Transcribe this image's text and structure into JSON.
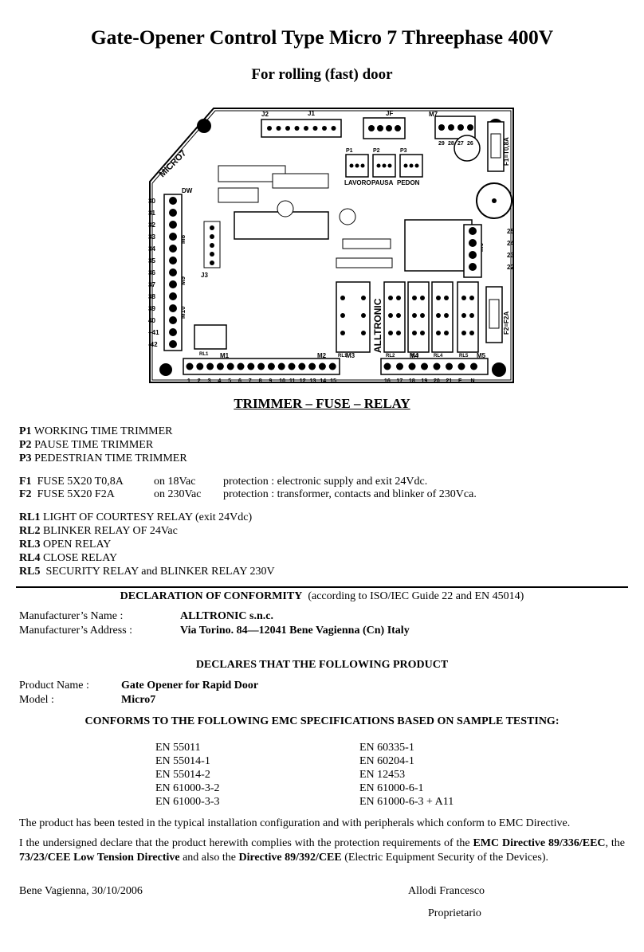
{
  "header": {
    "title": "Gate-Opener Control Type Micro 7 Threephase 400V",
    "subtitle": "For rolling (fast) door"
  },
  "pcb": {
    "board_label": "MICRO7",
    "brand_label": "ALLTRONIC",
    "fuse_f1": "F1=T0,8A",
    "fuse_f2": "F2=F2A",
    "connectors": {
      "j1": "J1",
      "j2": "J2",
      "jf": "JF",
      "j3": "J3",
      "m2": "M2",
      "m3": "M3",
      "m4": "M4",
      "m5": "M5",
      "m6": "M6",
      "m7": "M7",
      "m8": "M8",
      "m9": "M9",
      "m10": "M10",
      "m1": "M1",
      "dw": "DW"
    },
    "trimmer_labels": [
      "P1",
      "P2",
      "P3"
    ],
    "trimmer_names": [
      "LAVORO",
      "PAUSA",
      "PEDON"
    ],
    "left_terminals": [
      "30",
      "31",
      "32",
      "33",
      "34",
      "35",
      "36",
      "37",
      "38",
      "39",
      "40",
      "+41",
      "-42"
    ],
    "right_terminals": [
      "25",
      "24",
      "23",
      "22"
    ],
    "top_terminals": [
      "29",
      "28",
      "27",
      "26"
    ],
    "bottom_terminals_left": [
      "1",
      "2",
      "3",
      "4",
      "5",
      "6",
      "7",
      "8",
      "9",
      "10",
      "11",
      "12",
      "13",
      "14",
      "15"
    ],
    "bottom_terminals_right": [
      "16",
      "17",
      "18",
      "19",
      "20",
      "21",
      "F",
      "N"
    ],
    "relay_labels": [
      "RL1",
      "RL2",
      "RL3",
      "RL4",
      "RL5"
    ],
    "pcb_relay_labels": [
      "RL1",
      "RL2",
      "RL3",
      "RL4",
      "RL5"
    ]
  },
  "trimmer_section": {
    "heading": "TRIMMER – FUSE – RELAY",
    "trimmers": [
      {
        "code": "P1",
        "text": "WORKING TIME TRIMMER"
      },
      {
        "code": "P2",
        "text": "PAUSE TIME TRIMMER"
      },
      {
        "code": "P3",
        "text": "PEDESTRIAN TIME TRIMMER"
      }
    ],
    "fuses": [
      {
        "code": "F1",
        "type": "FUSE 5X20 T0,8A",
        "voltage": "on 18Vac",
        "protection": "protection : electronic supply and exit 24Vdc."
      },
      {
        "code": "F2",
        "type": "FUSE 5X20 F2A",
        "voltage": "on 230Vac",
        "protection": "protection : transformer, contacts and blinker of 230Vca."
      }
    ],
    "relays": [
      {
        "code": "RL1",
        "text": "LIGHT OF COURTESY RELAY (exit 24Vdc)"
      },
      {
        "code": "RL2",
        "text": "BLINKER RELAY OF 24Vac"
      },
      {
        "code": "RL3",
        "text": "OPEN RELAY"
      },
      {
        "code": "RL4",
        "text": "CLOSE RELAY"
      },
      {
        "code": "RL5",
        "text": "SECURITY RELAY and BLINKER RELAY 230V"
      }
    ]
  },
  "declaration": {
    "heading_bold": "DECLARATION OF CONFORMITY",
    "heading_rest": "(according to ISO/IEC Guide 22 and EN 45014)",
    "manufacturer_name_label": "Manufacturer’s Name :",
    "manufacturer_name": "ALLTRONIC s.n.c.",
    "manufacturer_address_label": "Manufacturer’s Address :",
    "manufacturer_address": "Via Torino. 84—12041 Bene Vagienna (Cn) Italy",
    "declares_heading": "DECLARES THAT THE FOLLOWING PRODUCT",
    "product_name_label": "Product Name :",
    "product_name": "Gate Opener for Rapid Door",
    "model_label": "Model :",
    "model": "Micro7",
    "conforms_heading": "CONFORMS TO THE FOLLOWING EMC SPECIFICATIONS BASED ON SAMPLE TESTING:",
    "standards_left": [
      "EN 55011",
      "EN 55014-1",
      "EN 55014-2",
      "EN 61000-3-2",
      "EN 61000-3-3"
    ],
    "standards_right": [
      "EN 60335-1",
      "EN 60204-1",
      "EN 12453",
      "EN 61000-6-1",
      "EN 61000-6-3 + A11"
    ],
    "tested_paragraph": "The product has been tested in the typical installation configuration and with peripherals which conform to EMC Directive.",
    "compliance_part1": "I the undersigned declare that the product herewith complies with the protection requirements of the ",
    "compliance_bold1": "EMC Directive 89/336/EEC",
    "compliance_part2": ", the ",
    "compliance_bold2": "73/23/CEE Low Tension Directive",
    "compliance_part3": " and also the  ",
    "compliance_bold3": "Directive 89/392/CEE",
    "compliance_part4": " (Electric Equipment Security of the Devices).",
    "place_date": "Bene Vagienna, 30/10/2006",
    "signatory": "Allodi Francesco",
    "signatory_role": "Proprietario"
  }
}
